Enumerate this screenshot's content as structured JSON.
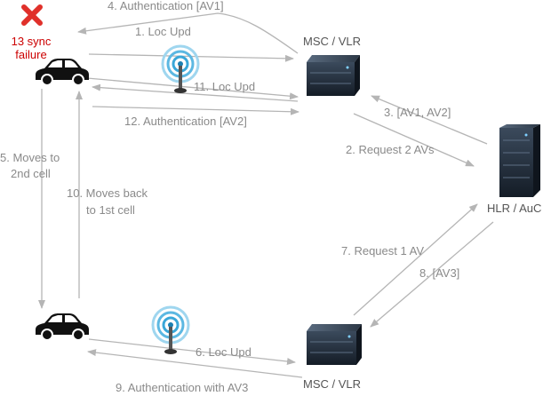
{
  "colors": {
    "arrow": "#b5b5b5",
    "label": "#8a8a8a",
    "failure": "#cc0000",
    "car": "#111111",
    "server": "#1f2a36",
    "antenna": "#3aa7d8"
  },
  "nodes": {
    "msc_top": "MSC / VLR",
    "msc_bottom": "MSC / VLR",
    "hlr": "HLR / AuC"
  },
  "failure": {
    "icon": "red-x-icon",
    "line1": "13 sync",
    "line2": "failure"
  },
  "messages": {
    "m1": "1. Loc Upd",
    "m2": "2. Request 2 AVs",
    "m3": "3. [AV1, AV2]",
    "m4": "4. Authentication [AV1]",
    "m5_line1": "5. Moves to",
    "m5_line2": "2nd cell",
    "m6": "6. Loc Upd",
    "m7": "7. Request 1 AV",
    "m8": "8. [AV3]",
    "m9": "9. Authentication with AV3",
    "m10_line1": "10. Moves back",
    "m10_line2": "to 1st cell",
    "m11": "11. Loc Upd",
    "m12": "12. Authentication [AV2]"
  },
  "icons": [
    "car-icon",
    "antenna-icon",
    "server-icon",
    "red-x-icon"
  ]
}
